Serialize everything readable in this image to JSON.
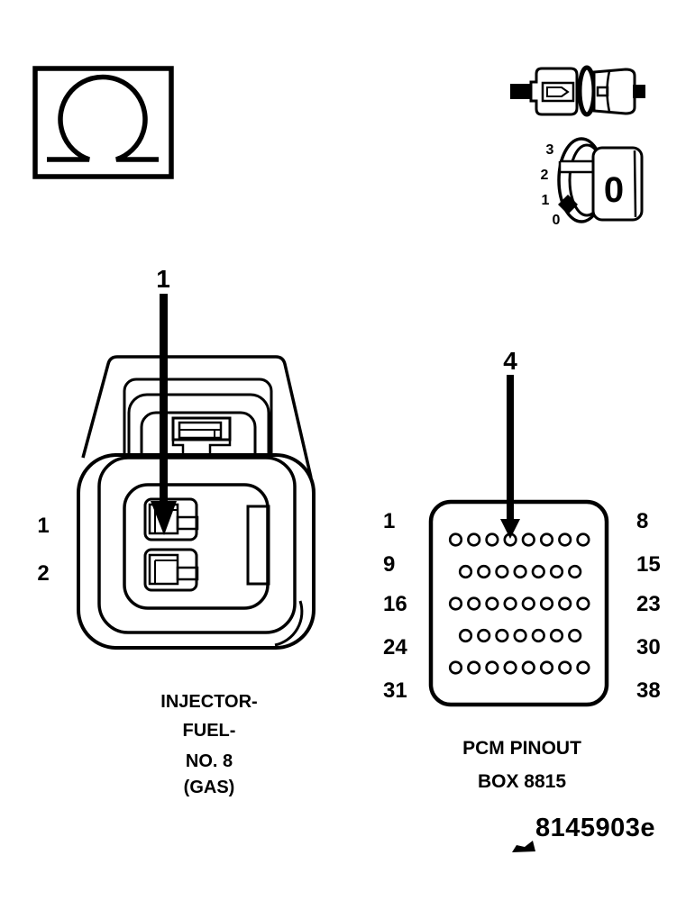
{
  "page": {
    "background_color": "#ffffff",
    "ink_color": "#000000",
    "drawing_number": "8145903e"
  },
  "legend_icons": {
    "omega_symbol": "omega-resistor-symbol-icon",
    "inline_connector": "inline-connector-icon",
    "index_dial": "connector-index-dial-icon",
    "flag": "direction-flag-icon"
  },
  "index_dial": {
    "scale_labels": [
      "3",
      "2",
      "1",
      "0"
    ],
    "window_value": "0"
  },
  "injector_connector": {
    "callout": "1",
    "pin_labels": [
      "1",
      "2"
    ],
    "caption_lines": [
      "INJECTOR-",
      "FUEL-",
      "NO. 8",
      "(GAS)"
    ]
  },
  "pcm_pinout": {
    "callout": "4",
    "row_start_labels": [
      "1",
      "9",
      "16",
      "24",
      "31"
    ],
    "row_end_labels": [
      "8",
      "15",
      "23",
      "30",
      "38"
    ],
    "pins_per_row": [
      8,
      7,
      8,
      7,
      8
    ],
    "caption_lines": [
      "PCM PINOUT",
      "BOX 8815"
    ]
  }
}
